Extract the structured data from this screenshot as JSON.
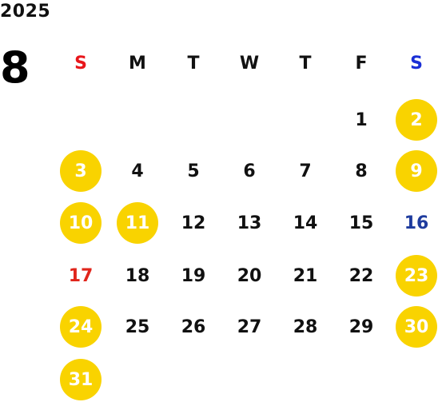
{
  "year": "2025",
  "month": "8",
  "colors": {
    "highlight": "#f9d300",
    "sunday": "#e0251b",
    "saturday": "#1f3c9e",
    "saturday_header": "#1a2fd6"
  },
  "weekdays": [
    {
      "label": "S",
      "color": "#e8161b"
    },
    {
      "label": "M",
      "color": "#111111"
    },
    {
      "label": "T",
      "color": "#111111"
    },
    {
      "label": "W",
      "color": "#111111"
    },
    {
      "label": "T",
      "color": "#111111"
    },
    {
      "label": "F",
      "color": "#111111"
    },
    {
      "label": "S",
      "color": "#1a2fd6"
    }
  ],
  "days": [
    {
      "label": "1",
      "col": 5,
      "row": 0,
      "highlight": false,
      "style": "normal"
    },
    {
      "label": "2",
      "col": 6,
      "row": 0,
      "highlight": true,
      "style": "normal"
    },
    {
      "label": "3",
      "col": 0,
      "row": 1,
      "highlight": true,
      "style": "normal"
    },
    {
      "label": "4",
      "col": 1,
      "row": 1,
      "highlight": false,
      "style": "normal"
    },
    {
      "label": "5",
      "col": 2,
      "row": 1,
      "highlight": false,
      "style": "normal"
    },
    {
      "label": "6",
      "col": 3,
      "row": 1,
      "highlight": false,
      "style": "normal"
    },
    {
      "label": "7",
      "col": 4,
      "row": 1,
      "highlight": false,
      "style": "normal"
    },
    {
      "label": "8",
      "col": 5,
      "row": 1,
      "highlight": false,
      "style": "normal"
    },
    {
      "label": "9",
      "col": 6,
      "row": 1,
      "highlight": true,
      "style": "normal"
    },
    {
      "label": "10",
      "col": 0,
      "row": 2,
      "highlight": true,
      "style": "normal"
    },
    {
      "label": "11",
      "col": 1,
      "row": 2,
      "highlight": true,
      "style": "normal"
    },
    {
      "label": "12",
      "col": 2,
      "row": 2,
      "highlight": false,
      "style": "normal"
    },
    {
      "label": "13",
      "col": 3,
      "row": 2,
      "highlight": false,
      "style": "normal"
    },
    {
      "label": "14",
      "col": 4,
      "row": 2,
      "highlight": false,
      "style": "normal"
    },
    {
      "label": "15",
      "col": 5,
      "row": 2,
      "highlight": false,
      "style": "normal"
    },
    {
      "label": "16",
      "col": 6,
      "row": 2,
      "highlight": false,
      "style": "saturday"
    },
    {
      "label": "17",
      "col": 0,
      "row": 3,
      "highlight": false,
      "style": "sunday"
    },
    {
      "label": "18",
      "col": 1,
      "row": 3,
      "highlight": false,
      "style": "normal"
    },
    {
      "label": "19",
      "col": 2,
      "row": 3,
      "highlight": false,
      "style": "normal"
    },
    {
      "label": "20",
      "col": 3,
      "row": 3,
      "highlight": false,
      "style": "normal"
    },
    {
      "label": "21",
      "col": 4,
      "row": 3,
      "highlight": false,
      "style": "normal"
    },
    {
      "label": "22",
      "col": 5,
      "row": 3,
      "highlight": false,
      "style": "normal"
    },
    {
      "label": "23",
      "col": 6,
      "row": 3,
      "highlight": true,
      "style": "normal"
    },
    {
      "label": "24",
      "col": 0,
      "row": 4,
      "highlight": true,
      "style": "normal"
    },
    {
      "label": "25",
      "col": 1,
      "row": 4,
      "highlight": false,
      "style": "normal"
    },
    {
      "label": "26",
      "col": 2,
      "row": 4,
      "highlight": false,
      "style": "normal"
    },
    {
      "label": "27",
      "col": 3,
      "row": 4,
      "highlight": false,
      "style": "normal"
    },
    {
      "label": "28",
      "col": 4,
      "row": 4,
      "highlight": false,
      "style": "normal"
    },
    {
      "label": "29",
      "col": 5,
      "row": 4,
      "highlight": false,
      "style": "normal"
    },
    {
      "label": "30",
      "col": 6,
      "row": 4,
      "highlight": true,
      "style": "normal"
    },
    {
      "label": "31",
      "col": 0,
      "row": 5,
      "highlight": true,
      "style": "normal"
    }
  ]
}
